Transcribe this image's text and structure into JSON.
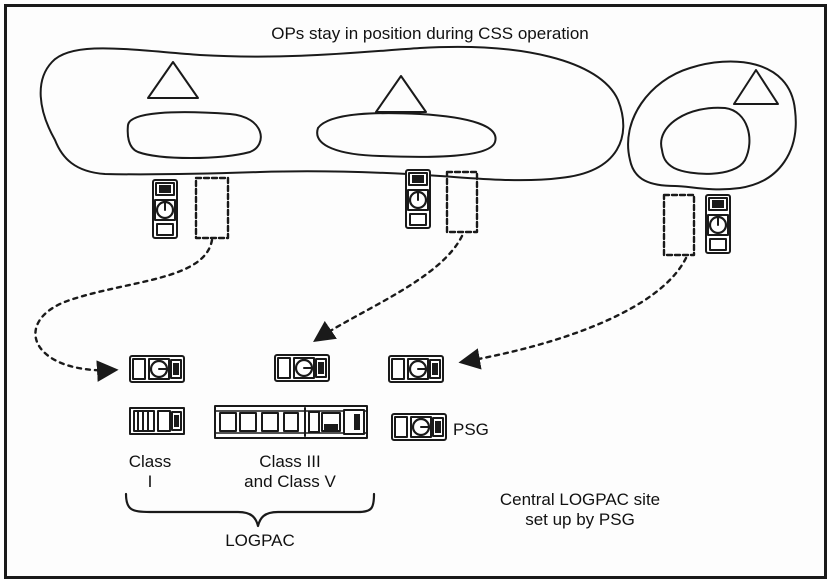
{
  "title": "OPs stay in position during CSS operation",
  "labels": {
    "class_i_line1": "Class",
    "class_i_line2": "I",
    "class_iii_line1": "Class III",
    "class_iii_line2": "and Class V",
    "logpac": "LOGPAC",
    "psg": "PSG",
    "central_line1": "Central LOGPAC site",
    "central_line2": "set up by PSG"
  },
  "colors": {
    "ink": "#1a1a1a",
    "background": "#fdfdfd"
  }
}
